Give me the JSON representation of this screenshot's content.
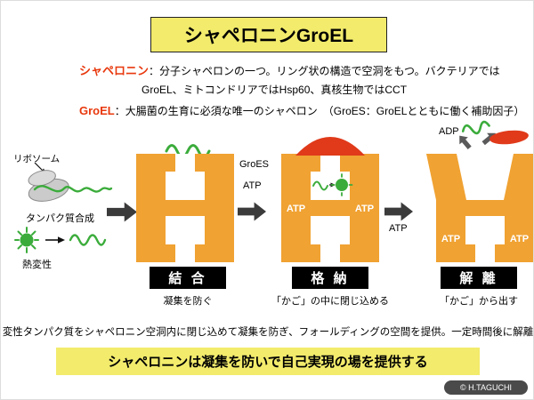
{
  "title": "シャペロニンGroEL",
  "definitions": {
    "chaperonin_term": "シャペロニン",
    "chaperonin_text": "：分子シャペロンの一つ。リング状の構造で空洞をもつ。バクテリアでは",
    "chaperonin_text2": "GroEL、ミトコンドリアではHsp60、真核生物ではCCT",
    "groel_term": "GroEL",
    "groel_text": "：大腸菌の生育に必須な唯一のシャペロン　（GroES：GroELとともに働く補助因子）"
  },
  "diagram": {
    "ribosome_label": "リボソーム",
    "synthesis_label": "タンパク質合成",
    "denature_label": "熱変性",
    "transition1": {
      "groes": "GroES",
      "atp": "ATP"
    },
    "transition2": {
      "atp": "ATP"
    },
    "stages": [
      {
        "name": "結 合",
        "caption": "凝集を防ぐ"
      },
      {
        "name": "格 納",
        "caption": "「かご」の中に閉じ込める",
        "atp": [
          "ATP",
          "ATP"
        ]
      },
      {
        "name": "解 離",
        "caption": "「かご」から出す",
        "atp": [
          "ATP",
          "ATP"
        ],
        "adp": "ADP"
      }
    ]
  },
  "note": "変性タンパク質をシャペロニン空洞内に閉じ込めて凝集を防ぎ、フォールディングの空間を提供。一定時間後に解離",
  "banner": "シャペロニンは凝集を防いで自己実現の場を提供する",
  "credit": "© H.TAGUCHI",
  "colors": {
    "groel_orange": "#F0A232",
    "groes_red": "#E03A1A",
    "protein_green": "#3BAC3B",
    "highlight_yellow": "#F2EB6C",
    "term_red": "#E8380D"
  }
}
